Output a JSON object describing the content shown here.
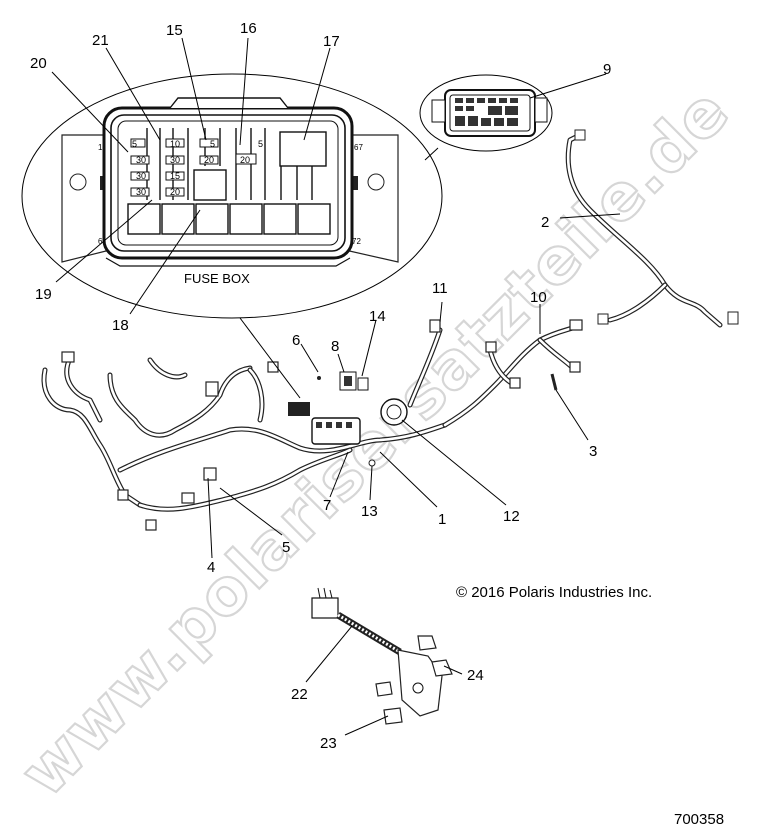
{
  "figure": {
    "copyright": "© 2016 Polaris Industries Inc.",
    "drawing_number": "700358",
    "watermark": "www.polarisersatzteile.de"
  },
  "fuse_box": {
    "label": "FUSE BOX",
    "fuse_values": [
      "5",
      "5",
      "30",
      "30",
      "30",
      "30",
      "10",
      "15",
      "20",
      "20",
      "20",
      "5"
    ],
    "side_marks": [
      "1",
      "6",
      "67",
      "72"
    ]
  },
  "callouts": {
    "c1": "1",
    "c2": "2",
    "c3": "3",
    "c4": "4",
    "c5": "5",
    "c6": "6",
    "c7": "7",
    "c8": "8",
    "c9": "9",
    "c10": "10",
    "c11": "11",
    "c12": "12",
    "c13": "13",
    "c14": "14",
    "c15": "15",
    "c16": "16",
    "c17": "17",
    "c18": "18",
    "c19": "19",
    "c20": "20",
    "c21": "21",
    "c22": "22",
    "c23": "23",
    "c24": "24"
  }
}
